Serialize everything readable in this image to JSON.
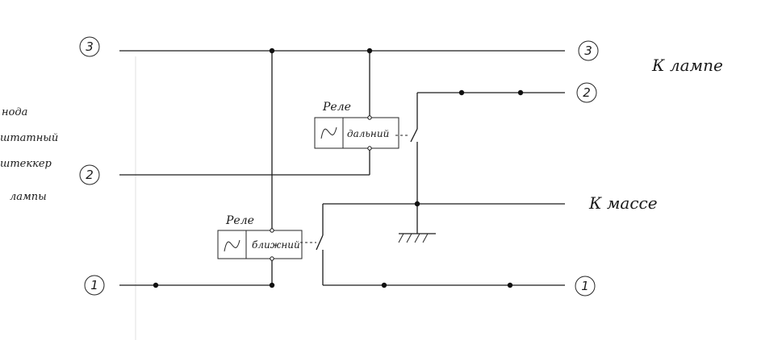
{
  "left_labels": [
    "нода",
    "штатный",
    "штеккер",
    "лампы"
  ],
  "right_labels": {
    "to_lamp": "К лампе",
    "to_ground": "К массе"
  },
  "terminals": {
    "left": [
      "3",
      "2",
      "1"
    ],
    "right": [
      "3",
      "2",
      "1"
    ]
  },
  "relays": {
    "high": {
      "caption": "Реле",
      "label": "дальний"
    },
    "low": {
      "caption": "Реле",
      "label": "ближний"
    }
  },
  "colors": {
    "ink": "#1c1c1c",
    "paper": "#ffffff"
  }
}
